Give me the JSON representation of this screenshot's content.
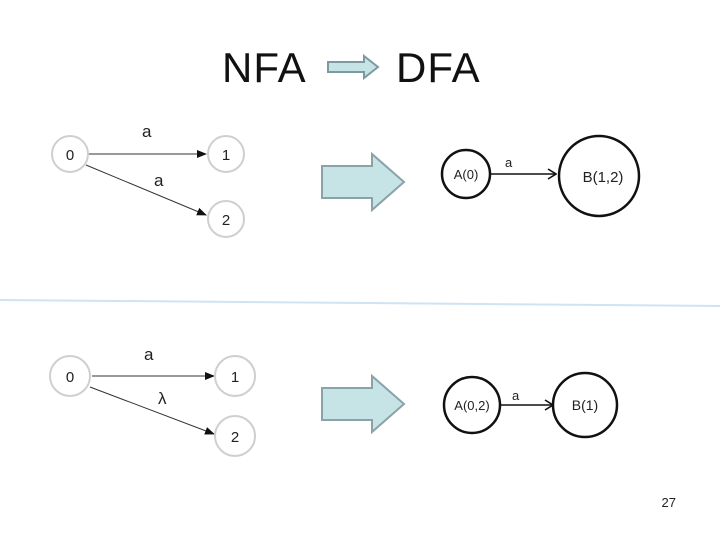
{
  "header": {
    "left_label": "NFA",
    "right_label": "DFA"
  },
  "colors": {
    "arrow_fill": "#c6e3e6",
    "arrow_stroke": "#8aa3a8",
    "divider": "#cfe3f3"
  },
  "top_example": {
    "nfa": {
      "states": [
        "0",
        "1",
        "2"
      ],
      "transitions": [
        {
          "from": "0",
          "to": "1",
          "label": "a"
        },
        {
          "from": "0",
          "to": "2",
          "label": "a"
        }
      ]
    },
    "dfa": {
      "states": [
        "A(0)",
        "B(1,2)"
      ],
      "transitions": [
        {
          "from": "A(0)",
          "to": "B(1,2)",
          "label": "a"
        }
      ]
    }
  },
  "bottom_example": {
    "nfa": {
      "states": [
        "0",
        "1",
        "2"
      ],
      "transitions": [
        {
          "from": "0",
          "to": "1",
          "label": "a"
        },
        {
          "from": "0",
          "to": "2",
          "label": "λ"
        }
      ]
    },
    "dfa": {
      "states": [
        "A(0,2)",
        "B(1)"
      ],
      "transitions": [
        {
          "from": "A(0,2)",
          "to": "B(1)",
          "label": "a"
        }
      ]
    }
  },
  "page_number": "27"
}
